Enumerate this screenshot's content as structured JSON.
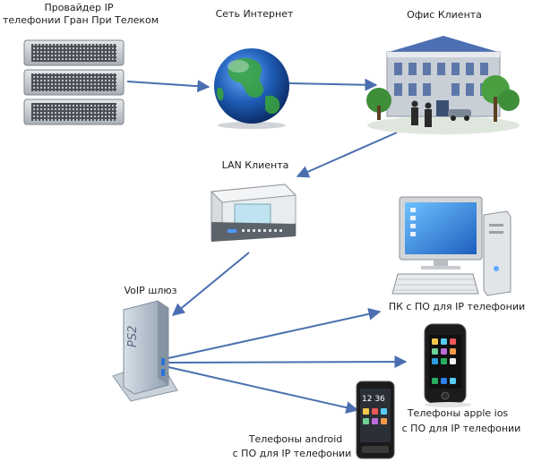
{
  "labels": {
    "provider_line1": "Провайдер IP",
    "provider_line2": "телефонии Гран При Телеком",
    "internet": "Сеть Интернет",
    "office": "Офис Клиента",
    "lan": "LAN Клиента",
    "voip": "VoIP шлюз",
    "pc": "ПК с ПО для IP телефонии",
    "ios_line1": "Телефоны apple ios",
    "ios_line2": "с ПО для IP телефонии",
    "android_line1": "Телефоны android",
    "android_line2": "с ПО для IP телефонии",
    "gateway_brand": "PS2",
    "android_clock": "12 36"
  },
  "colors": {
    "arrow": "#4a6fb0",
    "server": "#9aa0a7",
    "globe_ocean": "#1f5fb8",
    "globe_land": "#3aa63a",
    "building": "#8aa2c8",
    "router": "#e6e8ea",
    "gateway": "#b7c3cf",
    "screen": "#2f7bd6",
    "phone_body": "#1b1b1b"
  },
  "icons": [
    "server-icon",
    "globe-icon",
    "office-building-icon",
    "router-icon",
    "voip-gateway-icon",
    "pc-icon",
    "iphone-icon",
    "android-phone-icon"
  ]
}
